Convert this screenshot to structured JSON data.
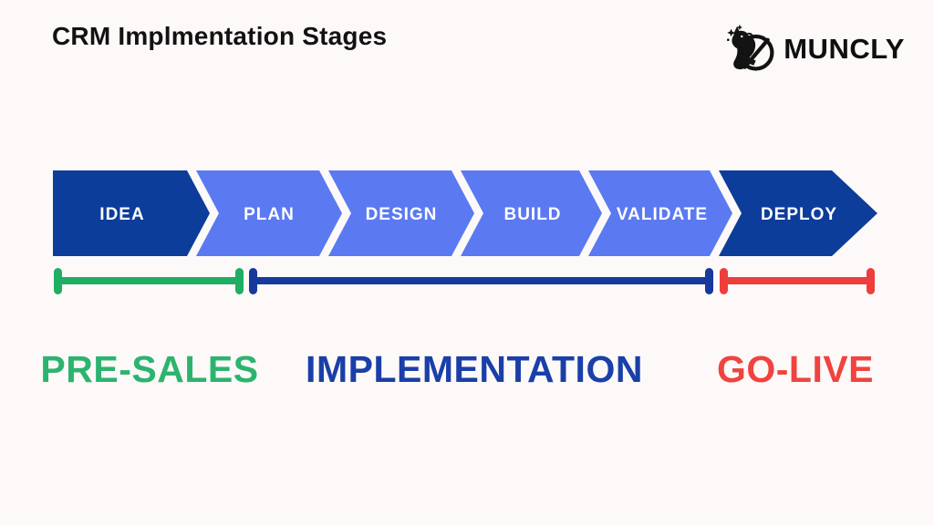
{
  "header": {
    "title": "CRM Implmentation Stages"
  },
  "brand": {
    "name": "MUNCLY",
    "icon": "unicorn-crossed-circle-logo"
  },
  "colors": {
    "stage_dark_blue": "#0d3d9b",
    "stage_light_blue": "#5b79f1",
    "presales_green": "#1fae63",
    "presales_label_green": "#2cb46f",
    "implementation_blue": "#16399e",
    "implementation_label_blue": "#1a3fa8",
    "golive_red": "#ee3e3c",
    "golive_label_red": "#f04340",
    "stage_text": "#ffffff",
    "background": "#fcf9f8"
  },
  "stages": [
    {
      "label": "IDEA",
      "color": "#0d3d9b"
    },
    {
      "label": "PLAN",
      "color": "#5b79f1"
    },
    {
      "label": "DESIGN",
      "color": "#5b79f1"
    },
    {
      "label": "BUILD",
      "color": "#5b79f1"
    },
    {
      "label": "VALIDATE",
      "color": "#5b79f1"
    },
    {
      "label": "DEPLOY",
      "color": "#0d3d9b"
    }
  ],
  "phases": [
    {
      "label": "PRE-SALES",
      "color": "#2cb46f"
    },
    {
      "label": "IMPLEMENTATION",
      "color": "#1a3fa8"
    },
    {
      "label": "GO-LIVE",
      "color": "#f04340"
    }
  ]
}
